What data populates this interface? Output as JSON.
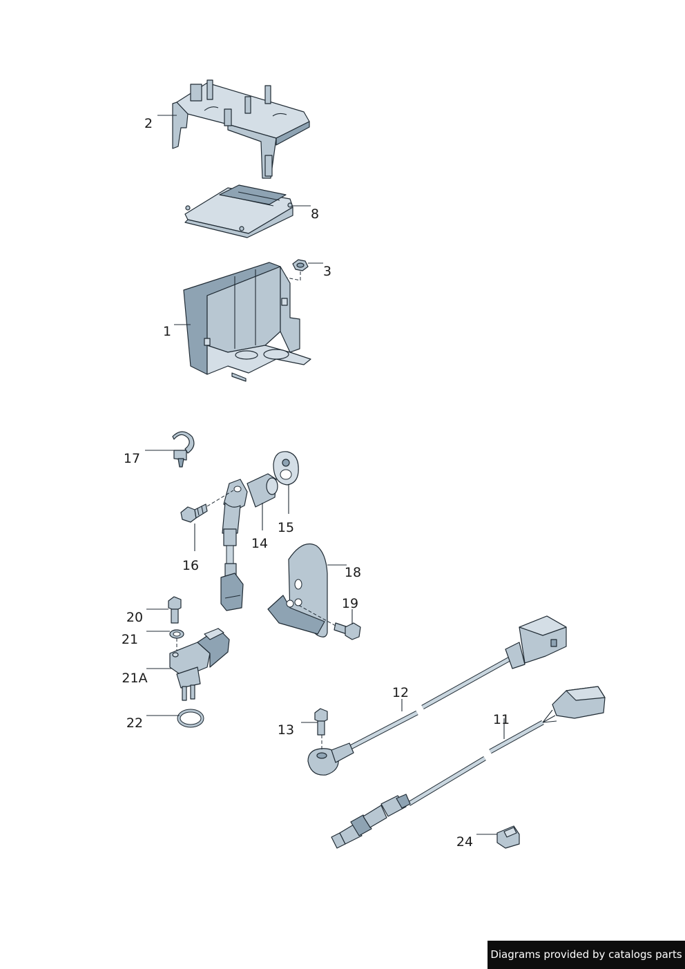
{
  "parts": [
    {
      "id": "part-1",
      "label": "1"
    },
    {
      "id": "part-2",
      "label": "2"
    },
    {
      "id": "part-3",
      "label": "3"
    },
    {
      "id": "part-8",
      "label": "8"
    },
    {
      "id": "part-11",
      "label": "11"
    },
    {
      "id": "part-12",
      "label": "12"
    },
    {
      "id": "part-13",
      "label": "13"
    },
    {
      "id": "part-14",
      "label": "14"
    },
    {
      "id": "part-15",
      "label": "15"
    },
    {
      "id": "part-16",
      "label": "16"
    },
    {
      "id": "part-17",
      "label": "17"
    },
    {
      "id": "part-18",
      "label": "18"
    },
    {
      "id": "part-19",
      "label": "19"
    },
    {
      "id": "part-20",
      "label": "20"
    },
    {
      "id": "part-21",
      "label": "21"
    },
    {
      "id": "part-21a",
      "label": "21A"
    },
    {
      "id": "part-22",
      "label": "22"
    },
    {
      "id": "part-24",
      "label": "24"
    }
  ],
  "credit": "Diagrams provided by catalogs parts",
  "colors": {
    "part_fill": "#b8c7d2",
    "part_outline": "#1f2a33",
    "banner_bg": "#0d0d0d",
    "banner_text": "#ffffff"
  }
}
